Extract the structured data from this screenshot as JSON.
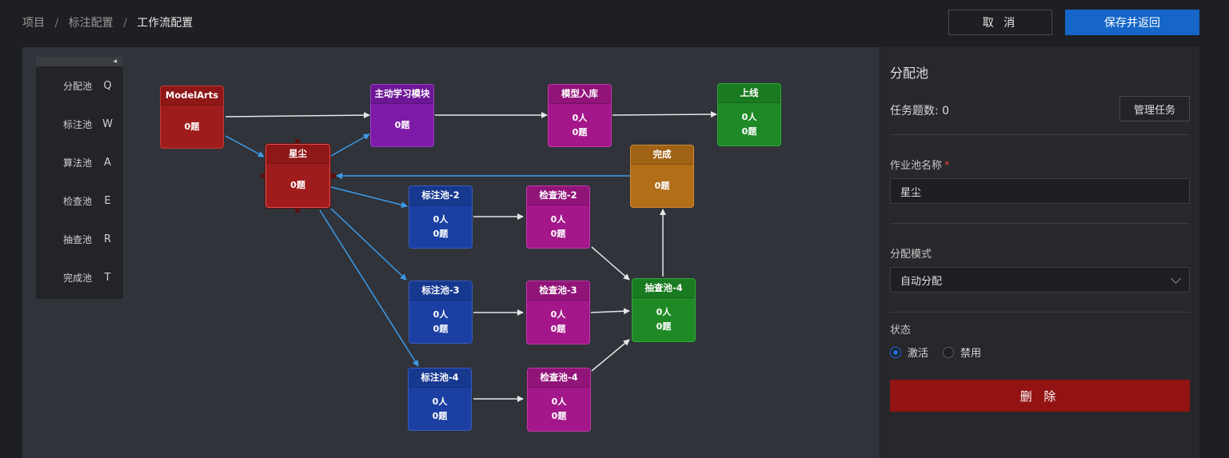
{
  "breadcrumb": {
    "items": [
      "项目",
      "标注配置"
    ],
    "separator": "/",
    "current": "工作流配置"
  },
  "actions": {
    "cancel": "取 消",
    "save": "保存并返回"
  },
  "toolbox": {
    "collapse_icon": "◂",
    "items": [
      {
        "label": "分配池",
        "key": "Q"
      },
      {
        "label": "标注池",
        "key": "W"
      },
      {
        "label": "算法池",
        "key": "A"
      },
      {
        "label": "检查池",
        "key": "E"
      },
      {
        "label": "抽查池",
        "key": "R"
      },
      {
        "label": "完成池",
        "key": "T"
      }
    ]
  },
  "nodes": {
    "modelarts": {
      "title": "ModelArts",
      "line1": "0题"
    },
    "xingchen": {
      "title": "星尘",
      "line1": "0题"
    },
    "active_learning": {
      "title": "主动学习模块",
      "line1": "0题"
    },
    "model_store": {
      "title": "模型入库",
      "line1": "0人",
      "line2": "0题"
    },
    "online": {
      "title": "上线",
      "line1": "0人",
      "line2": "0题"
    },
    "done": {
      "title": "完成",
      "line1": "0题"
    },
    "label2": {
      "title": "标注池-2",
      "line1": "0人",
      "line2": "0题"
    },
    "check2": {
      "title": "检查池-2",
      "line1": "0人",
      "line2": "0题"
    },
    "label3": {
      "title": "标注池-3",
      "line1": "0人",
      "line2": "0题"
    },
    "check3": {
      "title": "检查池-3",
      "line1": "0人",
      "line2": "0题"
    },
    "spot4": {
      "title": "抽查池-4",
      "line1": "0人",
      "line2": "0题"
    },
    "label4": {
      "title": "标注池-4",
      "line1": "0人",
      "line2": "0题"
    },
    "check4": {
      "title": "检查池-4",
      "line1": "0人",
      "line2": "0题"
    }
  },
  "panel": {
    "title": "分配池",
    "task_count": "任务题数: 0",
    "manage_button": "管理任务",
    "name_label": "作业池名称",
    "required_mark": "*",
    "name_value": "星尘",
    "mode_label": "分配模式",
    "mode_value": "自动分配",
    "status_label": "状态",
    "status_active": "激活",
    "status_disabled": "禁用",
    "status_selected": "激活",
    "delete_button": "删 除"
  },
  "colors": {
    "accent_blue": "#1566c8",
    "danger_red": "#931313",
    "edge_blue": "#3d9be9",
    "edge_white": "#e6e6e6"
  }
}
